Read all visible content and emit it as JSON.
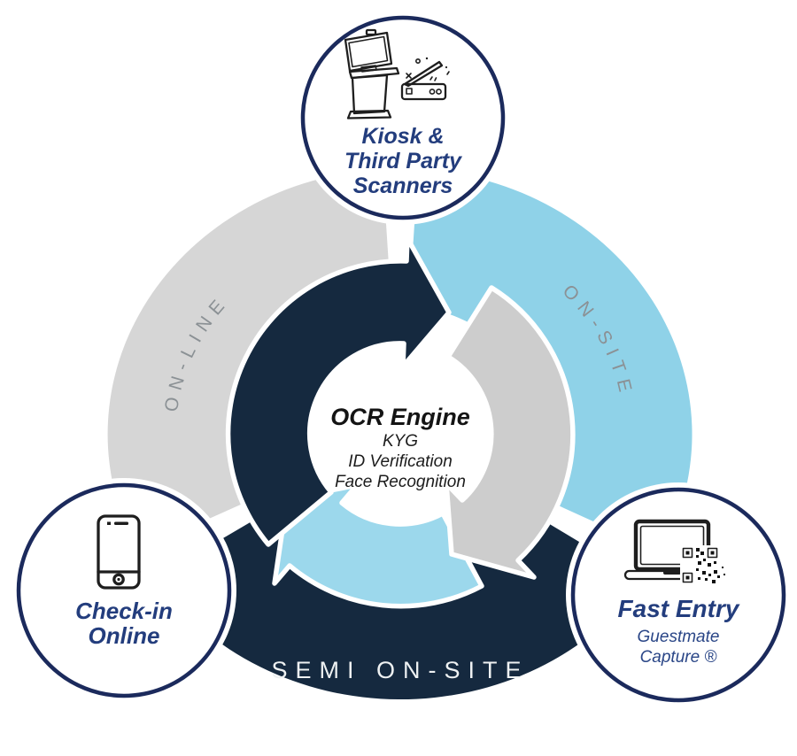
{
  "colors": {
    "ring_gray": "#d6d6d6",
    "ring_blue": "#8fd2e8",
    "ring_navy": "#15293f",
    "arrow_gray": "#cdcdcd",
    "arrow_blue": "#9cd8ec",
    "arrow_navy": "#15293f",
    "node_border": "#1b2a5c",
    "node_label_navy": "#233d7d",
    "arc_label_gray": "#8b9195",
    "semi_label_white": "#eef1f2",
    "center_text_black": "#141414"
  },
  "ring_labels": {
    "online": "ON-LINE",
    "onsite": "ON-SITE",
    "semi_onsite": "SEMI ON-SITE"
  },
  "center": {
    "heading": "OCR Engine",
    "line1": "KYG",
    "line2": "ID Verification",
    "line3": "Face Recognition"
  },
  "nodes": {
    "kiosk": {
      "icon": "kiosk-and-scanner-icon",
      "line1": "Kiosk &",
      "line2": "Third Party",
      "line3": "Scanners"
    },
    "checkin": {
      "icon": "smartphone-icon",
      "line1": "Check-in",
      "line2": "Online"
    },
    "fastentry": {
      "icon": "laptop-qr-code-icon",
      "title": "Fast Entry",
      "sub1": "Guestmate",
      "sub2": "Capture ®"
    }
  }
}
